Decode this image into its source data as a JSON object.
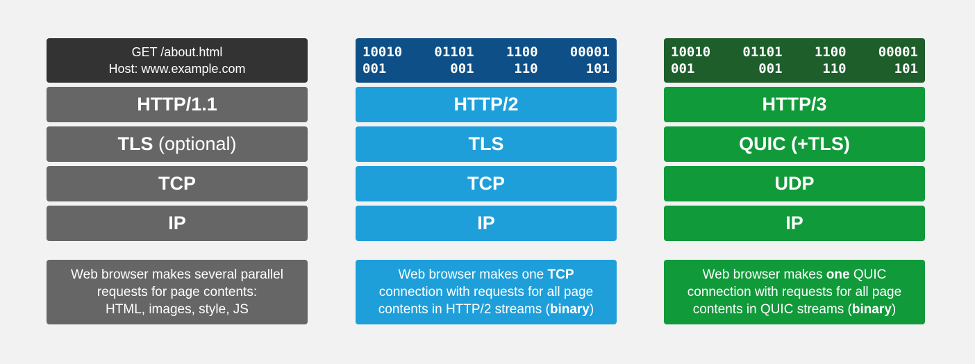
{
  "colors": {
    "background": "#f2f2f2",
    "http1_header": "#333333",
    "http1_layer": "#666666",
    "http2_header": "#0e4f87",
    "http2_layer": "#1e9fda",
    "http3_header": "#1d5e2b",
    "http3_layer": "#119a3a"
  },
  "columns": [
    {
      "header_lines": [
        "GET /about.html",
        "Host: www.example.com"
      ],
      "layers": [
        {
          "main": "HTTP/1.1",
          "extra": ""
        },
        {
          "main": "TLS",
          "extra": " (optional)"
        },
        {
          "main": "TCP",
          "extra": ""
        },
        {
          "main": "IP",
          "extra": ""
        }
      ],
      "note": {
        "line1": "Web browser makes several parallel",
        "line2": "requests for page contents:",
        "line3": "HTML, images, style, JS"
      }
    },
    {
      "binary_groups": [
        [
          "10010",
          "001"
        ],
        [
          "01101",
          "001"
        ],
        [
          "1100",
          "110"
        ],
        [
          "00001",
          "101"
        ]
      ],
      "layers": [
        {
          "main": "HTTP/2"
        },
        {
          "main": "TLS"
        },
        {
          "main": "TCP"
        },
        {
          "main": "IP"
        }
      ],
      "note": {
        "l1_pre": "Web browser makes one ",
        "l1_bold": "TCP",
        "line2": "connection with requests for all page",
        "l3_pre": "contents in HTTP/2 streams (",
        "l3_bold": "binary",
        "l3_post": ")"
      }
    },
    {
      "binary_groups": [
        [
          "10010",
          "001"
        ],
        [
          "01101",
          "001"
        ],
        [
          "1100",
          "110"
        ],
        [
          "00001",
          "101"
        ]
      ],
      "layers": [
        {
          "main": "HTTP/3"
        },
        {
          "main": "QUIC (+TLS)"
        },
        {
          "main": "UDP"
        },
        {
          "main": "IP"
        }
      ],
      "note": {
        "l1_pre": "Web browser makes ",
        "l1_bold": "one",
        "l1_post": " QUIC",
        "line2": "connection with requests for all page",
        "l3_pre": "contents in QUIC streams (",
        "l3_bold": "binary",
        "l3_post": ")"
      }
    }
  ]
}
